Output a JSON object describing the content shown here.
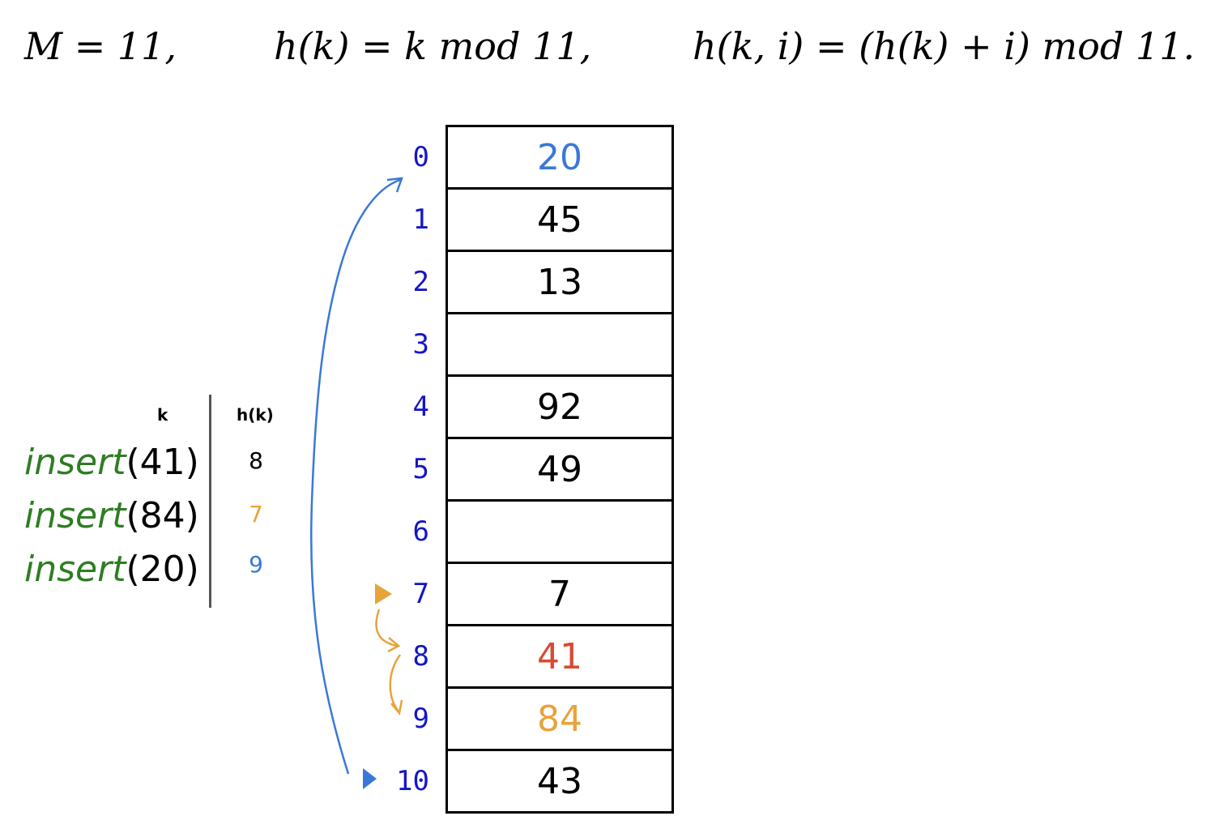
{
  "formula": {
    "part1": "M = 11,",
    "part2": "h(k) = k mod 11,",
    "part3": "h(k, i) = (h(k) + i) mod 11."
  },
  "hash_table": {
    "size": 11,
    "indices": [
      "0",
      "1",
      "2",
      "3",
      "4",
      "5",
      "6",
      "7",
      "8",
      "9",
      "10"
    ],
    "cells": [
      {
        "value": "20",
        "color": "#3a78d8"
      },
      {
        "value": "45",
        "color": "#000000"
      },
      {
        "value": "13",
        "color": "#000000"
      },
      {
        "value": "",
        "color": "#000000"
      },
      {
        "value": "92",
        "color": "#000000"
      },
      {
        "value": "49",
        "color": "#000000"
      },
      {
        "value": "",
        "color": "#000000"
      },
      {
        "value": "7",
        "color": "#000000"
      },
      {
        "value": "41",
        "color": "#d94a33"
      },
      {
        "value": "84",
        "color": "#e8a33a"
      },
      {
        "value": "43",
        "color": "#000000"
      }
    ],
    "index_color": "#1515c8"
  },
  "operations": {
    "header_k": "k",
    "header_hk": "h(k)",
    "rows": [
      {
        "op": "insert",
        "arg": "(41)",
        "hk": "8",
        "hk_color": "#000000"
      },
      {
        "op": "insert",
        "arg": "(84)",
        "hk": "7",
        "hk_color": "#e8a33a"
      },
      {
        "op": "insert",
        "arg": "(20)",
        "hk": "9",
        "hk_color": "#3a78d8"
      }
    ],
    "op_color": "#2e7d22"
  },
  "arrows": {
    "orange_color": "#e8a33a",
    "blue_color": "#3a78d8"
  }
}
